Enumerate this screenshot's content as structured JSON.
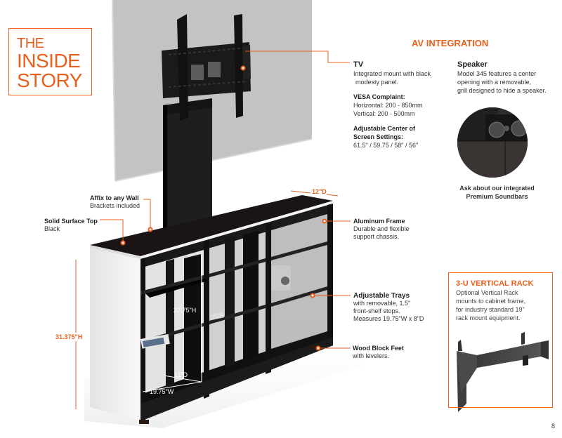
{
  "title": {
    "line1": "THE",
    "line2": "INSIDE",
    "line3": "STORY"
  },
  "colors": {
    "accent": "#e8601c",
    "text": "#333333",
    "cabinet_top": "#1a1414",
    "cabinet_side": "#f2f2f2"
  },
  "av_integration": {
    "heading": "AV INTEGRATION",
    "tv": {
      "title": "TV",
      "description_line1": "Integrated mount with black",
      "description_line2": "modesty panel.",
      "vesa_heading": "VESA Complaint:",
      "vesa_horizontal": "Horizontal: 200 - 850mm",
      "vesa_vertical": "Vertical: 200 - 500mm",
      "center_heading_line1": "Adjustable Center of",
      "center_heading_line2": "Screen Settings:",
      "center_values": "61.5\" / 59.75 / 58\" / 56\""
    },
    "speaker": {
      "title": "Speaker",
      "line1": "Model 345 features a center",
      "line2": "opening with a removable,",
      "line3": "grill designed to hide a speaker."
    },
    "soundbar_caption_line1": "Ask about our integrated",
    "soundbar_caption_line2": "Premium Soundbars"
  },
  "callouts": {
    "affix": {
      "title": "Affix to any Wall",
      "text": "Brackets included"
    },
    "top": {
      "title": "Solid Surface Top",
      "text": "Black"
    },
    "frame": {
      "title": "Aluminum Frame",
      "line1": "Durable and flexible",
      "line2": "support chassis."
    },
    "trays": {
      "title": "Adjustable Trays",
      "line1": "with removable, 1.5\"",
      "line2": "front-shelf stops.",
      "line3": "Measures 19.75\"W x 8\"D"
    },
    "feet": {
      "title": "Wood Block Feet",
      "text": "with levelers."
    }
  },
  "dimensions": {
    "depth_top": "12\"D",
    "height_total": "31.375\"H",
    "height_inner": "27.75\"H",
    "depth_inner": "11\"D",
    "width_inner": "19.75\"W"
  },
  "rack": {
    "title": "3-U VERTICAL RACK",
    "line1": "Optional Vertical Rack",
    "line2": "mounts to cabinet frame,",
    "line3": "for industry standard 19\"",
    "line4": "rack mount equipment."
  },
  "page_number": "8"
}
